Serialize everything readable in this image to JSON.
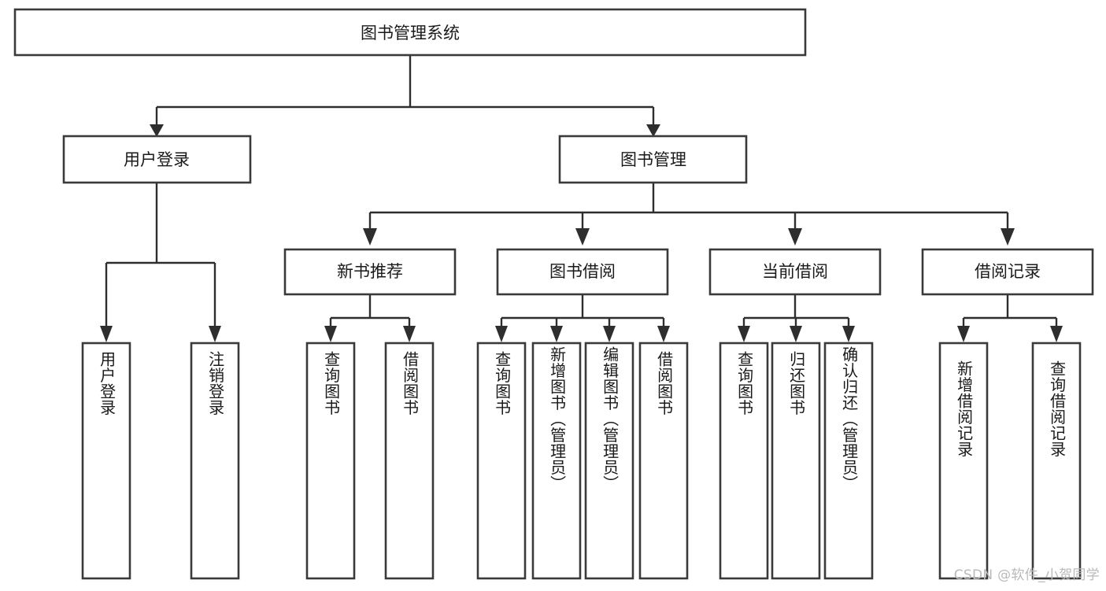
{
  "diagram": {
    "title_node": {
      "label": "图书管理系统"
    },
    "level2": [
      {
        "id": "user-login",
        "label": "用户登录"
      },
      {
        "id": "book-management",
        "label": "图书管理"
      }
    ],
    "level3": [
      {
        "id": "new-book-recommend",
        "label": "新书推荐"
      },
      {
        "id": "book-borrow",
        "label": "图书借阅"
      },
      {
        "id": "current-borrow",
        "label": "当前借阅"
      },
      {
        "id": "borrow-record",
        "label": "借阅记录"
      }
    ],
    "leaves": [
      {
        "id": "leaf-user-login",
        "label": "用户登录"
      },
      {
        "id": "leaf-logout-login",
        "label": "注销登录"
      },
      {
        "id": "leaf-query-book-1",
        "label": "查询图书"
      },
      {
        "id": "leaf-borrow-book-1",
        "label": "借阅图书"
      },
      {
        "id": "leaf-query-book-2",
        "label": "查询图书"
      },
      {
        "id": "leaf-add-book",
        "label": "新增图书（管理员）"
      },
      {
        "id": "leaf-edit-book",
        "label": "编辑图书（管理员）"
      },
      {
        "id": "leaf-borrow-book-2",
        "label": "借阅图书"
      },
      {
        "id": "leaf-query-book-3",
        "label": "查询图书"
      },
      {
        "id": "leaf-return-book",
        "label": "归还图书"
      },
      {
        "id": "leaf-confirm-return",
        "label": "确认归还（管理员）"
      },
      {
        "id": "leaf-add-borrow-record",
        "label": "新增借阅记录"
      },
      {
        "id": "leaf-query-borrow-record",
        "label": "查询借阅记录"
      }
    ],
    "colors": {
      "box_stroke": "#3a3a3a",
      "connector": "#2e2e2e",
      "text": "#1a1a1a",
      "background": "#ffffff",
      "watermark": "#b9b9b9"
    }
  },
  "watermark": {
    "text": "CSDN @软件_小贺同学"
  }
}
